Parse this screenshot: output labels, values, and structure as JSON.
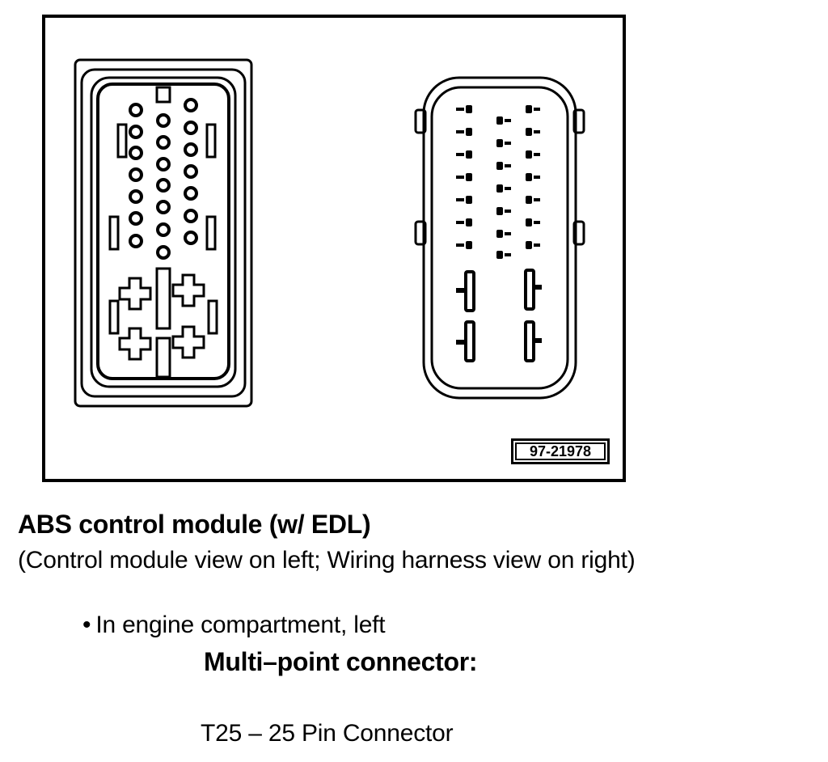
{
  "figure": {
    "code": "97-21978"
  },
  "caption": {
    "title": "ABS control module (w/ EDL)",
    "subtitle": "(Control module view on left; Wiring harness view on right)"
  },
  "location": {
    "bullet": "•",
    "text": "In engine compartment, left"
  },
  "connector": {
    "heading": "Multi–point connector:",
    "description": "T25 – 25 Pin Connector"
  }
}
